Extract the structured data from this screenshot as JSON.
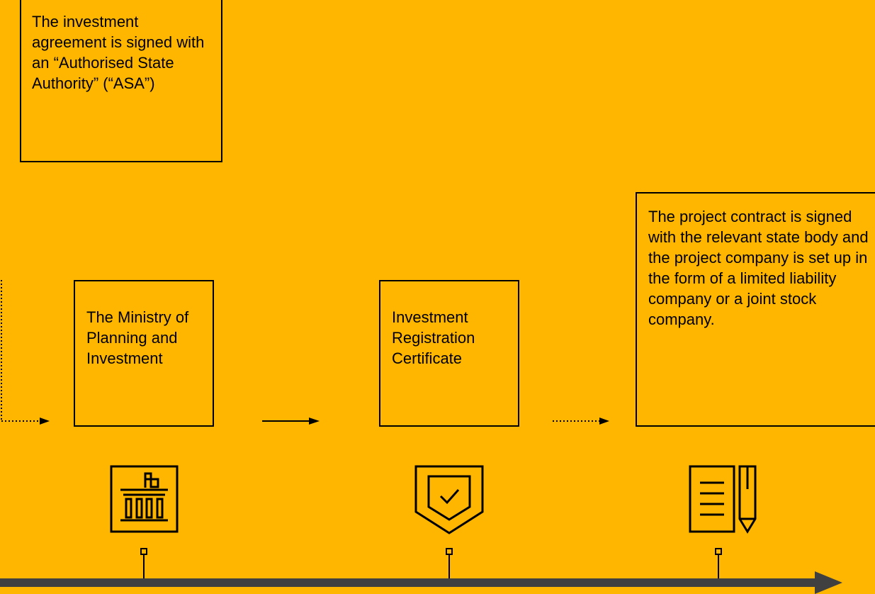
{
  "boxes": {
    "asa": "The investment agreement is signed with an “Authorised State Authority” (“ASA”)",
    "ministry": "The Ministry of Planning and Investment",
    "irc": "Investment Registration Certificate",
    "contract": "The project contract is signed with the relevant state body and the project company is set up in the form of a limited liability company or a joint stock company."
  },
  "icons": [
    "ministry-building-icon",
    "certificate-shield-icon",
    "contract-document-icon"
  ],
  "colors": {
    "background": "#FFB600",
    "ink": "#000000",
    "timeline": "#404040"
  }
}
